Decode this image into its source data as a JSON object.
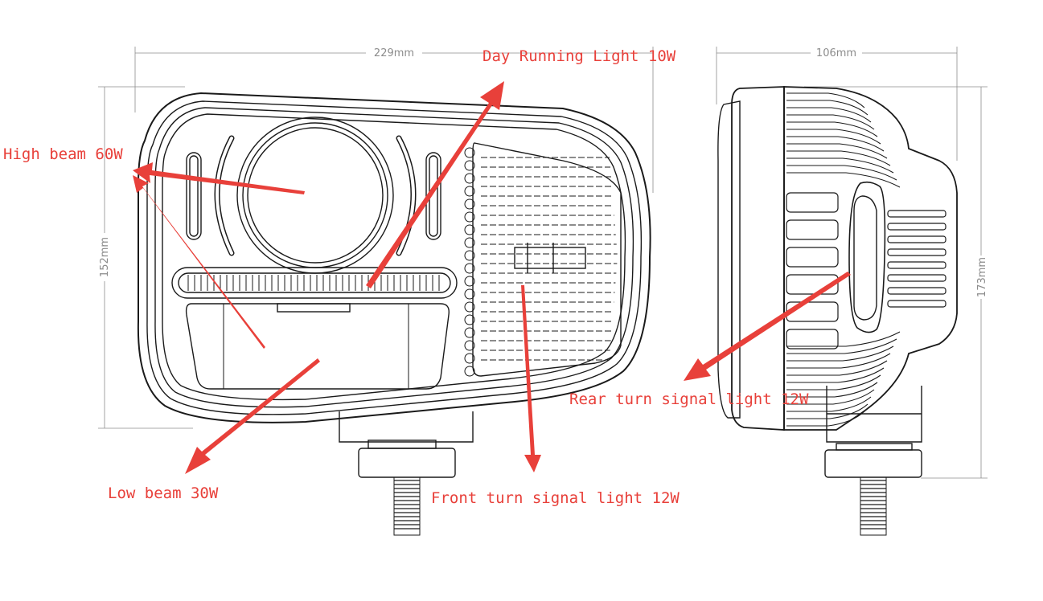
{
  "dimensions": {
    "front_width": "229mm",
    "front_height": "152mm",
    "side_width": "106mm",
    "side_height": "173mm"
  },
  "callouts": {
    "day_running": "Day Running Light 10W",
    "high_beam": "High beam 60W",
    "low_beam": "Low beam 30W",
    "front_turn": "Front turn signal light 12W",
    "rear_turn": "Rear turn signal light 12W"
  },
  "colors": {
    "annotation": "#e8403a",
    "drawing_line": "#1a1a1a",
    "dimension_line": "#8c8c8c"
  }
}
